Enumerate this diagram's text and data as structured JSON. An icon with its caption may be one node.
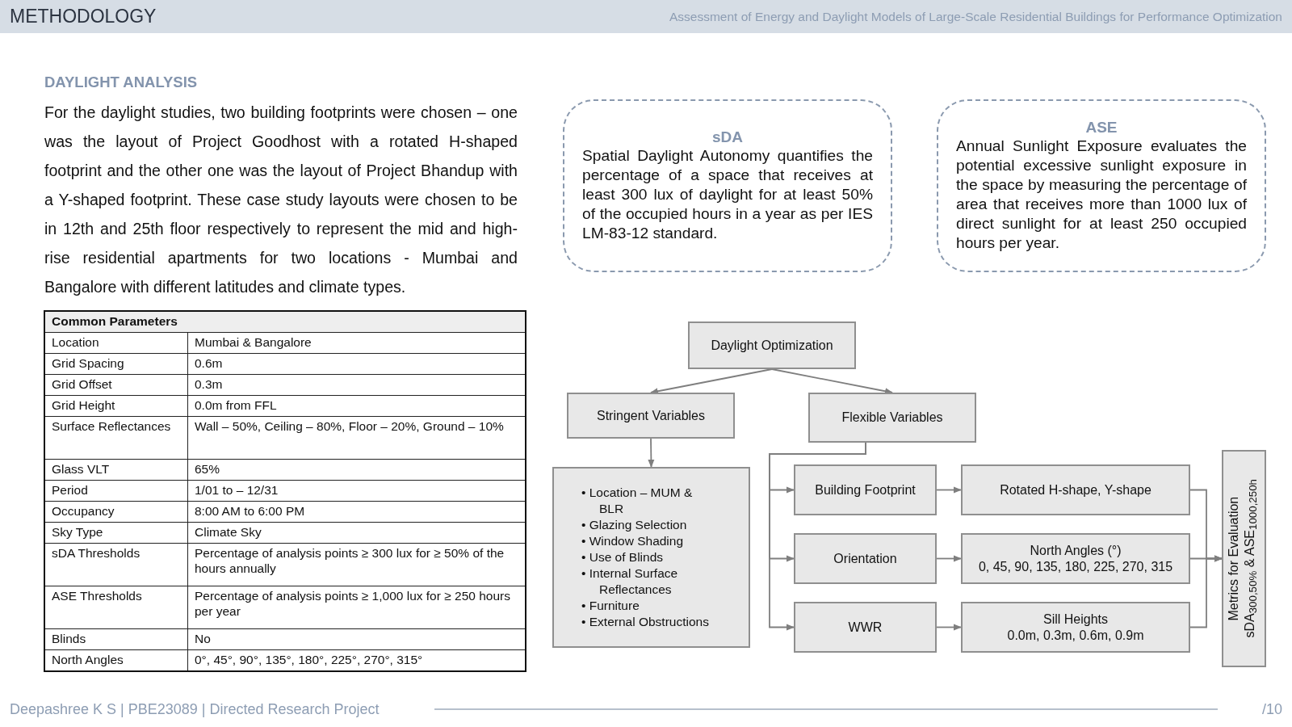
{
  "diagram": {
    "title": "METHODOLOGY",
    "nodes": [
      {
        "text": [
          "sDA",
          "Spatial Daylight Autonomy quantifies the percentage of a space that receives at least 300 lux of daylight for at least 50% of the occupied hours in a year as per IES LM-83-12 standard."
        ]
      },
      {
        "text": [
          "ASE",
          "Annual Sunlight Exposure evaluates the potential excessive sunlight exposure in the space by measuring the percentage of area that receives more than 1000 lux of direct sunlight for at least 250 occupied hours per year."
        ]
      },
      {
        "text": [
          "Daylight Optimization"
        ]
      },
      {
        "text": [
          "Stringent Variables"
        ]
      },
      {
        "text": [
          "Flexible Variables"
        ]
      },
      {
        "text": [
          "• Location – MUM & BLR",
          "• Glazing Selection",
          "• Window Shading",
          "• Use of Blinds",
          "• Internal Surface Reflectances",
          "• Furniture",
          "• External Obstructions"
        ]
      },
      {
        "text": [
          "Building Footprint"
        ]
      },
      {
        "text": [
          "Rotated H-shape, Y-shape"
        ]
      },
      {
        "text": [
          "Orientation"
        ]
      },
      {
        "text": [
          "North Angles (°)",
          "0, 45, 90, 135, 180, 225, 270, 315"
        ]
      },
      {
        "text": [
          "WWR"
        ]
      },
      {
        "text": [
          "Sill Heights",
          "0.0m, 0.3m, 0.6m, 0.9m"
        ]
      },
      {
        "text": [
          "Metrics for Evaluation",
          "sDA$_{300,50%}$ & ASE$_{1000,250h}$"
        ]
      }
    ],
    "edges": [
      {
        "from": 2,
        "to": 3,
        "arrow": "to"
      },
      {
        "from": 2,
        "to": 4,
        "arrow": "to"
      },
      {
        "from": 3,
        "to": 5,
        "arrow": "to"
      },
      {
        "from": 4,
        "to": 6,
        "arrow": "to"
      },
      {
        "from": 4,
        "to": 8,
        "arrow": "to"
      },
      {
        "from": 4,
        "to": 10,
        "arrow": "to"
      },
      {
        "from": 6,
        "to": 7,
        "arrow": "to"
      },
      {
        "from": 8,
        "to": 9,
        "arrow": "to"
      },
      {
        "from": 10,
        "to": 11,
        "arrow": "to"
      },
      {
        "from": 7,
        "to": 12,
        "arrow": "to"
      },
      {
        "from": 9,
        "to": 12,
        "arrow": "to"
      },
      {
        "from": 11,
        "to": 12,
        "arrow": "to"
      }
    ],
    "labels": [
      "Assessment of Energy and Daylight Models of Large-Scale Residential Buildings for Performance Optimization",
      "DAYLIGHT ANALYSIS",
      "For the daylight studies, two building footprints were chosen – one was the layout of Project Goodhost with a rotated H-shaped footprint and the other one was the layout of Project Bhandup with a Y-shaped footprint. These case study layouts were chosen to be in 12th and 25th floor respectively to represent the mid and high-rise residential apartments for two locations - Mumbai and Bangalore with different latitudes and climate types.",
      "Common Parameters",
      "Location",
      "Mumbai & Bangalore",
      "Grid Spacing",
      "0.6m",
      "Grid Offset",
      "0.3m",
      "Grid Height",
      "0.0m from FFL",
      "Surface Reflectances",
      "Wall – 50%, Ceiling – 80%, Floor – 20%, Ground – 10%",
      "Glass VLT",
      "65%",
      "Period",
      "1/01 to – 12/31",
      "Occupancy",
      "8:00 AM to 6:00 PM",
      "Sky Type",
      "Climate Sky",
      "sDA Thresholds",
      "Percentage of analysis points ≥ 300 lux for ≥ 50% of the hours annually",
      "ASE Thresholds",
      "Percentage of analysis points ≥ 1,000 lux for ≥ 250 hours per year",
      "Blinds",
      "No",
      "North Angles",
      "0°, 45°, 90°, 135°, 180°, 225°, 270°, 315°",
      "Deepashree K S | PBE23089 | Directed Research Project",
      "/10"
    ]
  }
}
